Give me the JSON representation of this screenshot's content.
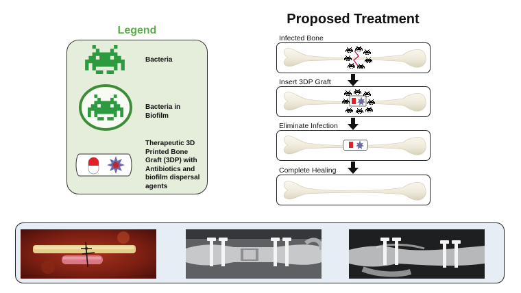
{
  "legend": {
    "title": "Legend",
    "items": [
      {
        "label": "Bacteria",
        "icon": "bacteria-icon"
      },
      {
        "label": "Bacteria in Biofilm",
        "icon": "biofilm-bacteria-icon"
      },
      {
        "label": "Therapeutic 3D Printed Bone Graft (3DP) with Antibiotics and biofilm dispersal agents",
        "icon": "bone-graft-icon"
      }
    ]
  },
  "treatment": {
    "title": "Proposed Treatment",
    "steps": [
      {
        "label": "Infected Bone"
      },
      {
        "label": "Insert 3DP Graft"
      },
      {
        "label": "Eliminate Infection"
      },
      {
        "label": "Complete Healing"
      }
    ]
  },
  "colors": {
    "legend_green": "#5cae49",
    "legend_bg": "#e4eedb",
    "bacteria_green": "#2c9a3e",
    "panel_bg": "#e6edf5",
    "bone": "#f1ede2"
  }
}
